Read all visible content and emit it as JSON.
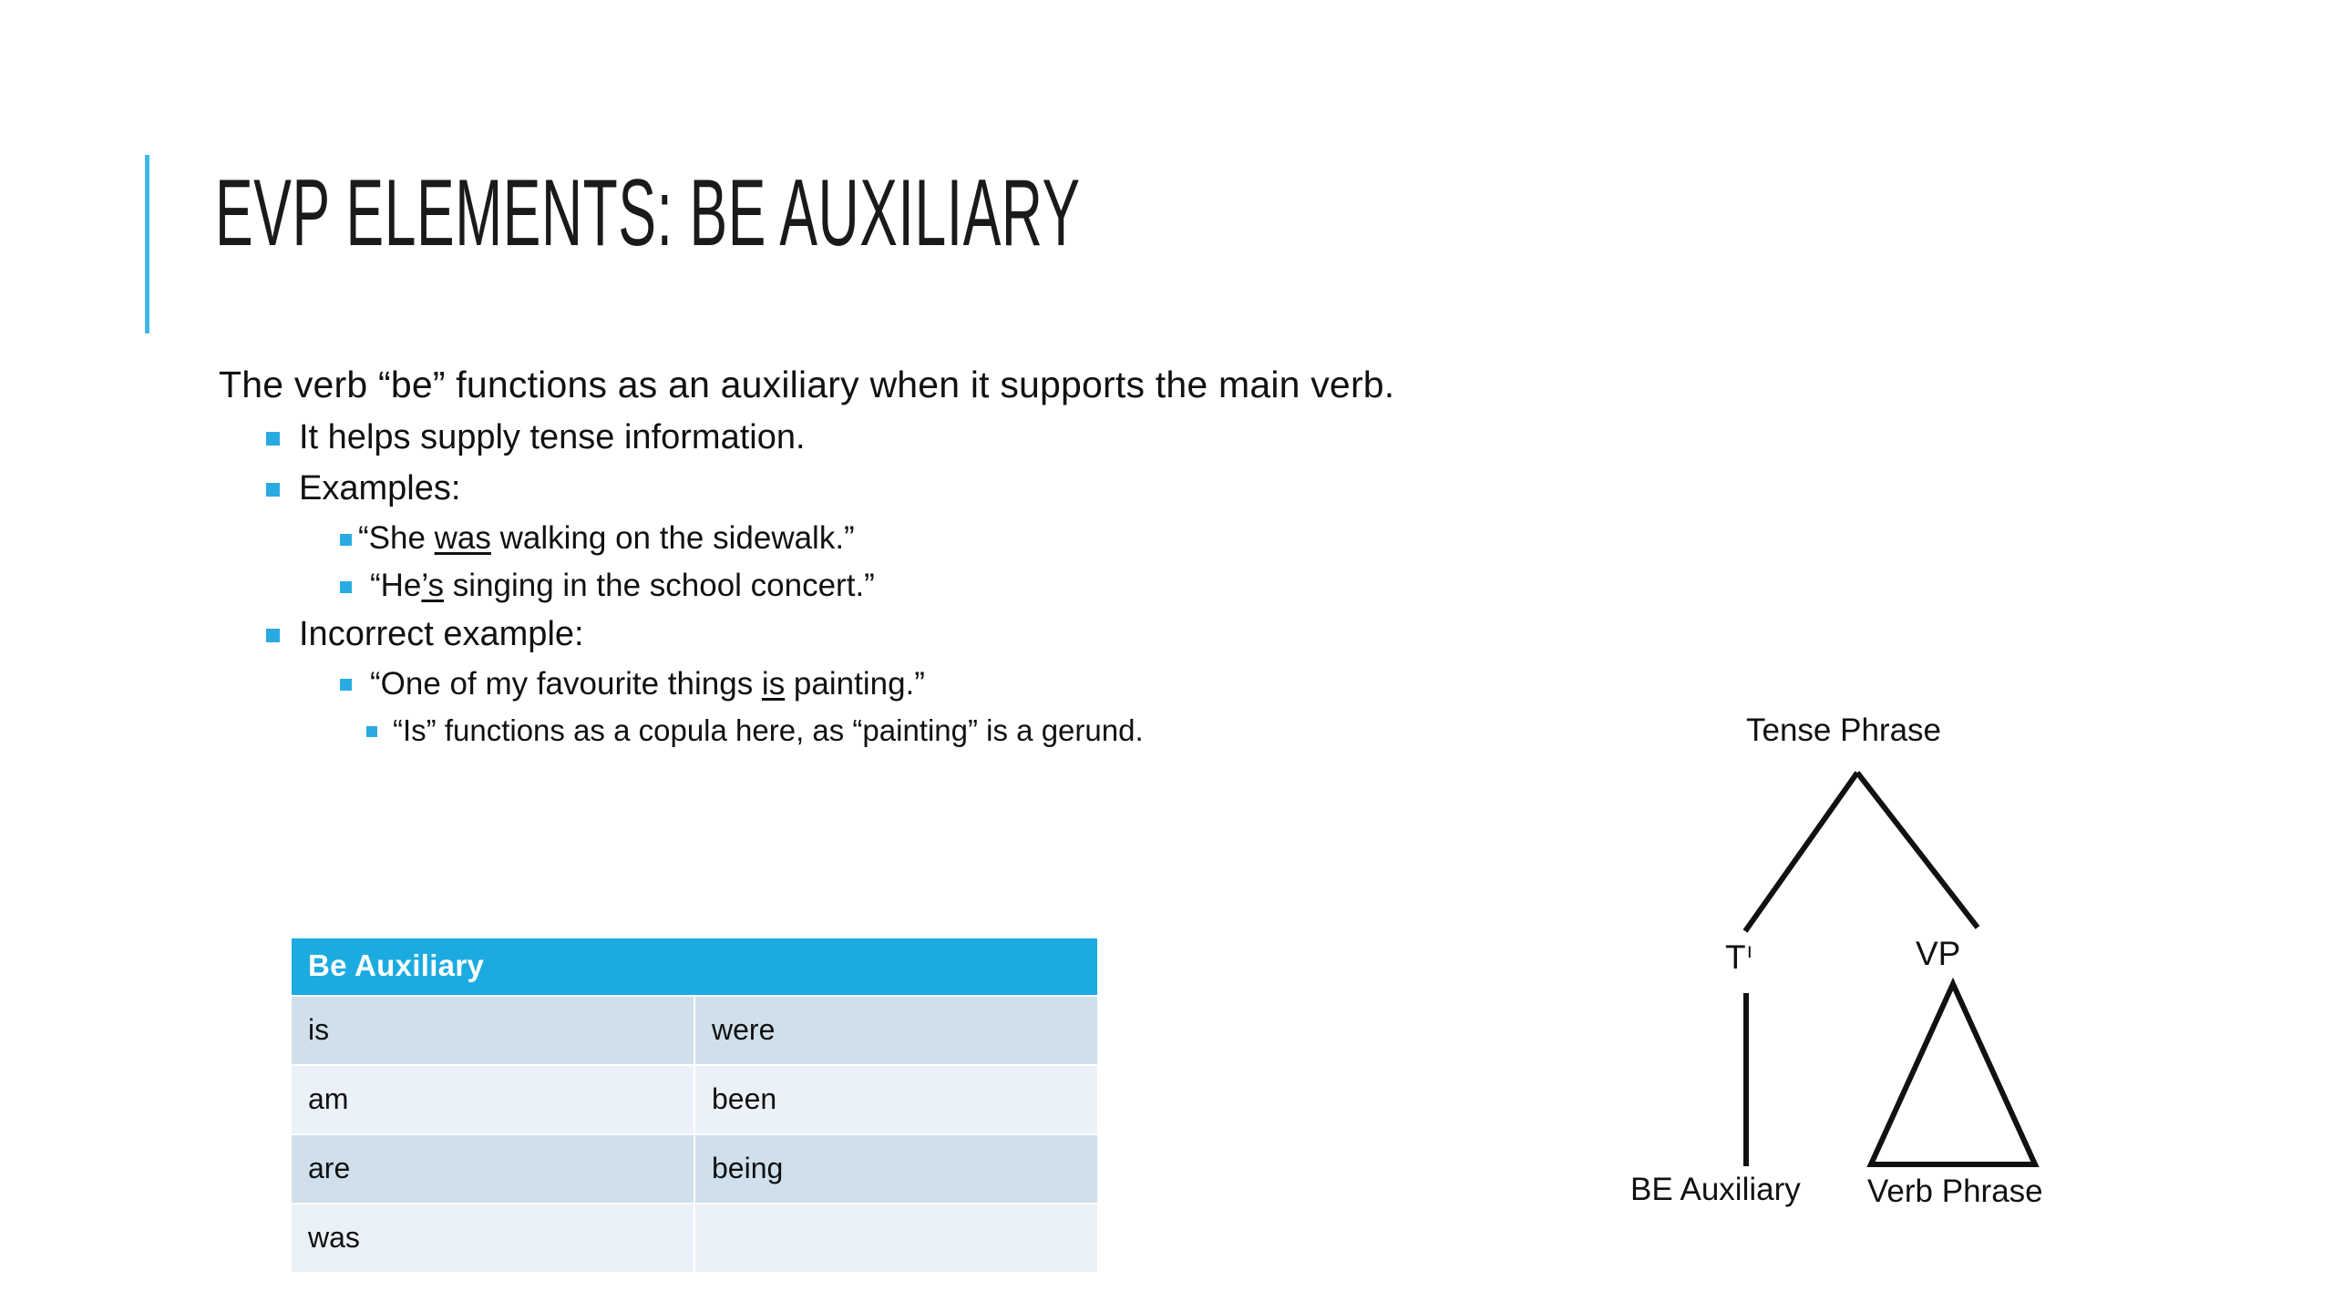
{
  "slide": {
    "title": "EVP Elements: Be Auxiliary",
    "accent_color": "#41B6E6",
    "bullet_color": "#29ABE2",
    "background": "#ffffff"
  },
  "body": {
    "lead": "The verb “be” functions as an auxiliary when it supports the main verb.",
    "items": [
      {
        "level": 2,
        "text": "It helps supply tense information."
      },
      {
        "level": 2,
        "text": "Examples:"
      },
      {
        "level": 3,
        "text": "“She was walking on the sidewalk.”",
        "underline": "was"
      },
      {
        "level": 3,
        "text": "“He’s singing in the school concert.”",
        "underline": "’s"
      },
      {
        "level": 2,
        "text": "Incorrect example:"
      },
      {
        "level": 3,
        "text": "“One of my favourite things is painting.”",
        "underline": "is"
      },
      {
        "level": 4,
        "text": "“Is” functions as a copula here, as “painting” is a gerund."
      }
    ],
    "example_1": {
      "pre": "“She ",
      "u": "was",
      "post": " walking on the sidewalk.”"
    },
    "example_2": {
      "pre": "“He",
      "u": "’s",
      "post": " singing in the school concert.”"
    },
    "example_3": {
      "pre": "“One of my favourite things ",
      "u": "is",
      "post": " painting.”"
    },
    "example_4": "“Is” functions as a copula here, as “painting” is a gerund."
  },
  "table": {
    "header": "Be Auxiliary",
    "header_color": "#1CABE0",
    "row_color_odd": "#CFDFEC",
    "row_color_even": "#EAF1F8",
    "rows": [
      {
        "col1": "is",
        "col2": "were"
      },
      {
        "col1": "am",
        "col2": "been"
      },
      {
        "col1": "are",
        "col2": "being"
      },
      {
        "col1": "was",
        "col2": ""
      }
    ]
  },
  "tree": {
    "root": "Tense Phrase",
    "left_node": "T",
    "left_node_prime": "ı",
    "right_node": "VP",
    "left_leaf": "BE Auxiliary",
    "right_leaf": "Verb Phrase"
  }
}
